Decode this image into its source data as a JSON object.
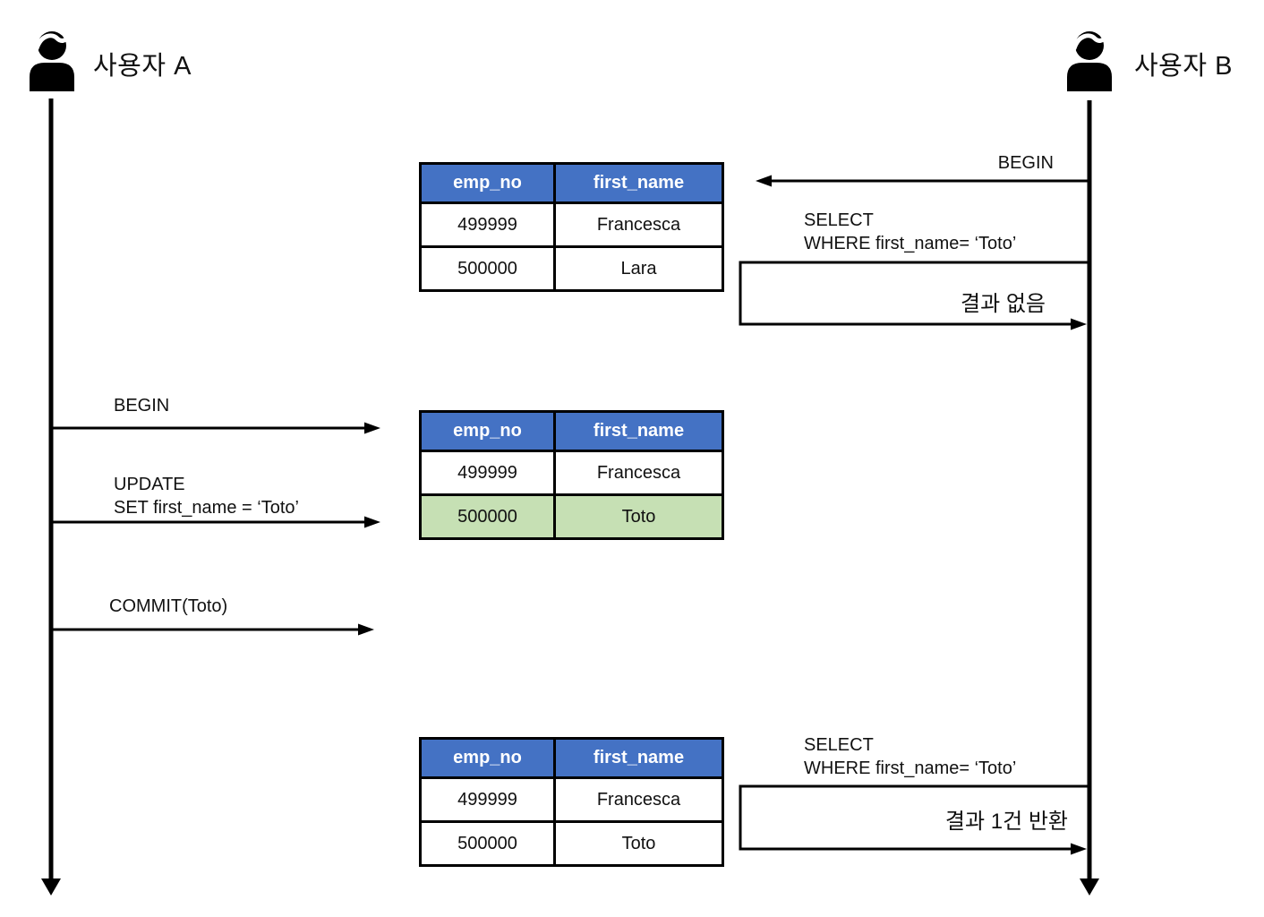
{
  "colors": {
    "background": "#ffffff",
    "line": "#000000",
    "table_header_bg": "#4472c4",
    "table_header_text": "#ffffff",
    "highlight_row_bg": "#c6e0b4"
  },
  "actors": {
    "a": {
      "label": "사용자 A",
      "icon": "person-icon"
    },
    "b": {
      "label": "사용자 B",
      "icon": "person-icon"
    }
  },
  "tables": [
    {
      "headers": [
        "emp_no",
        "first_name"
      ],
      "rows": [
        [
          "499999",
          "Francesca"
        ],
        [
          "500000",
          "Lara"
        ]
      ],
      "highlight_row": null
    },
    {
      "headers": [
        "emp_no",
        "first_name"
      ],
      "rows": [
        [
          "499999",
          "Francesca"
        ],
        [
          "500000",
          "Toto"
        ]
      ],
      "highlight_row": 1
    },
    {
      "headers": [
        "emp_no",
        "first_name"
      ],
      "rows": [
        [
          "499999",
          "Francesca"
        ],
        [
          "500000",
          "Toto"
        ]
      ],
      "highlight_row": null
    }
  ],
  "messages": {
    "b_begin": "BEGIN",
    "b_select_1": "SELECT",
    "b_select_2": "WHERE first_name= ‘Toto’",
    "b_result_none": "결과 없음",
    "a_begin": "BEGIN",
    "a_update_1": "UPDATE",
    "a_update_2": "SET first_name = ‘Toto’",
    "a_commit": "COMMIT(Toto)",
    "b_select2_1": "SELECT",
    "b_select2_2": "WHERE first_name= ‘Toto’",
    "b_result_one": "결과 1건 반환"
  }
}
